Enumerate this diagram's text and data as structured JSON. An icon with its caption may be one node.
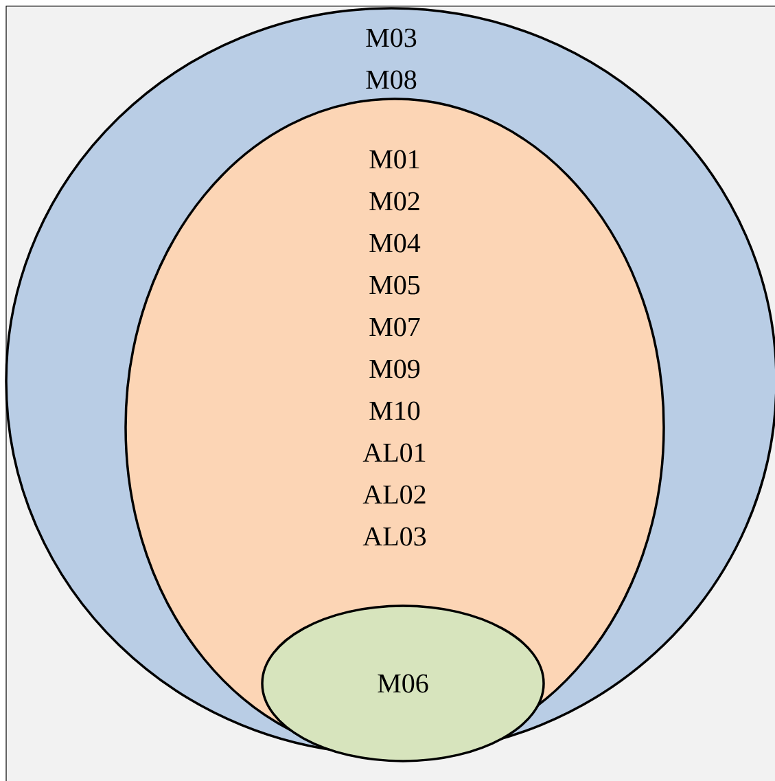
{
  "diagram": {
    "nodes": [
      {
        "text": [
          "M03",
          "M08"
        ]
      },
      {
        "text": [
          "M01",
          "M02",
          "M04",
          "M05",
          "M07",
          "M09",
          "M10",
          "AL01",
          "AL02",
          "AL03"
        ],
        "in": 0
      },
      {
        "text": [
          "M06"
        ],
        "in": 1
      }
    ]
  }
}
